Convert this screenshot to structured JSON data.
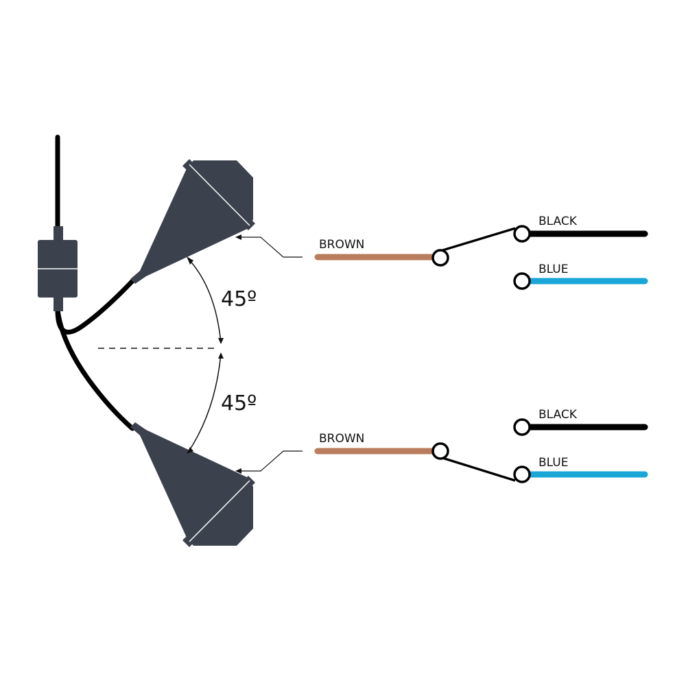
{
  "colors": {
    "body": "#3c424d",
    "cable": "#000000",
    "brown": "#b97c5c",
    "black": "#000000",
    "blue": "#1aa6d6",
    "line": "#111111"
  },
  "angles": {
    "upper": "45º",
    "lower": "45º"
  },
  "upper_switch": {
    "common_label": "BROWN",
    "top_label": "BLACK",
    "bottom_label": "BLUE"
  },
  "lower_switch": {
    "common_label": "BROWN",
    "top_label": "BLACK",
    "bottom_label": "BLUE"
  }
}
